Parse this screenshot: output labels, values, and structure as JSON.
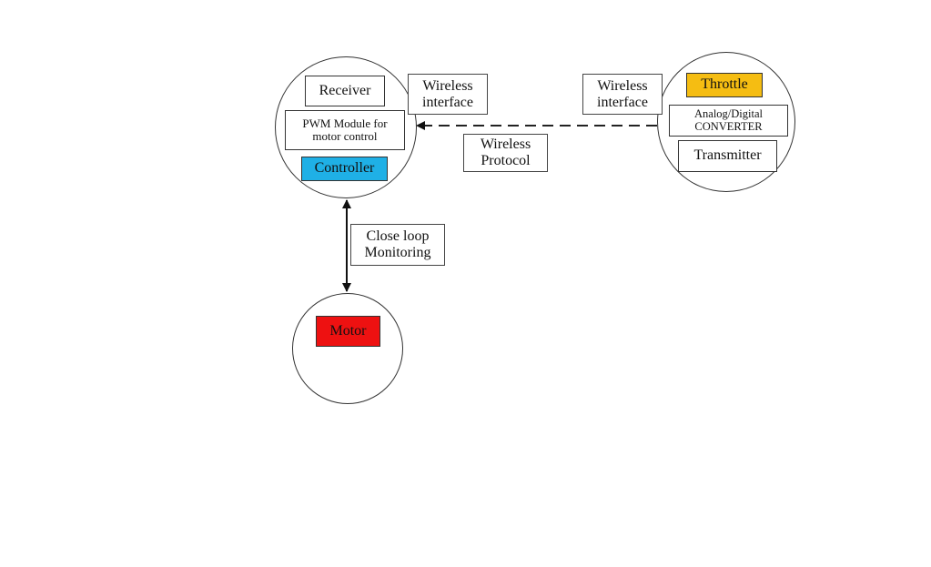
{
  "diagram": {
    "receiver_node": {
      "receiver": "Receiver",
      "pwm_module": "PWM Module for\nmotor control",
      "controller": "Controller"
    },
    "transmitter_node": {
      "throttle": "Throttle",
      "adc": "Analog/Digital\nCONVERTER",
      "transmitter": "Transmitter"
    },
    "motor_node": {
      "motor": "Motor"
    },
    "labels": {
      "wireless_interface_left": "Wireless\ninterface",
      "wireless_interface_right": "Wireless\ninterface",
      "wireless_protocol": "Wireless\nProtocol",
      "close_loop": "Close loop\nMonitoring"
    },
    "colors": {
      "controller_fill": "#1fb0e6",
      "throttle_fill": "#f5bd12",
      "motor_fill": "#ee1111",
      "line": "#222222"
    }
  }
}
